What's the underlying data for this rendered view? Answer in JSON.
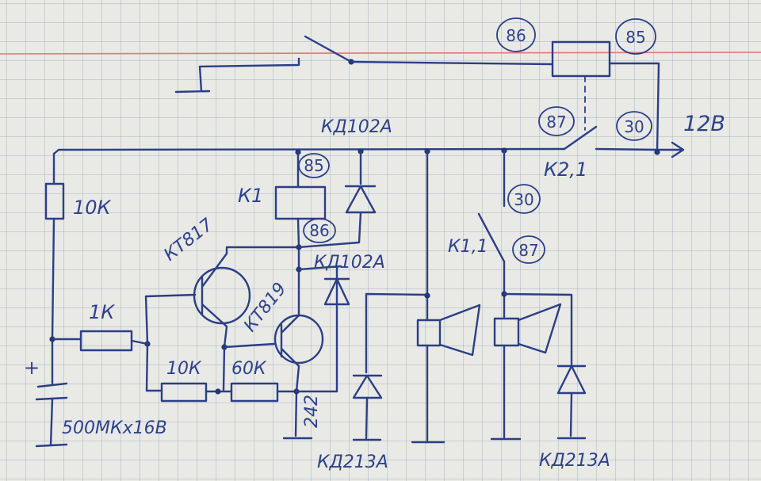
{
  "labels": {
    "diode_top": "КД102А",
    "diode_mid": "КД102А",
    "diode_bottom_left": "КД213А",
    "diode_bottom_right": "КД213А",
    "transistor_1": "КТ817",
    "transistor_2": "КТ819",
    "relay_k1": "К1",
    "contact_k11": "К1,1",
    "contact_k21": "К2,1",
    "supply": "12В",
    "r_top": "10К",
    "r_base": "1К",
    "r_mid": "10К",
    "r_right": "60К",
    "capacitor": "500МКх16В",
    "polarity": "+",
    "vertical_code": "242"
  },
  "pins": {
    "k2_86": "86",
    "k2_85": "85",
    "k2_87": "87",
    "k2_30": "30",
    "k1_85": "85",
    "k1_86": "86",
    "k11_30": "30",
    "k11_87": "87"
  },
  "colors": {
    "ink": "#2b3f86",
    "paper": "#e9e9e5",
    "grid": "#8ca0bc",
    "margin_line": "#e07a7a"
  }
}
